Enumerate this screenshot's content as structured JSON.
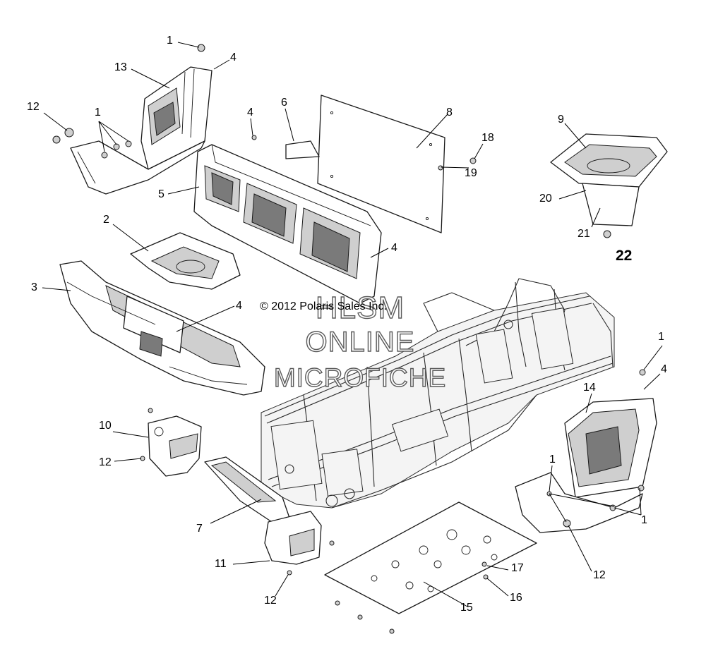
{
  "watermark": {
    "line1": "HLSM",
    "line2": "ONLINE",
    "line3": "MICROFICHE",
    "copyright": "© 2012 Polaris Sales Inc."
  },
  "callouts": {
    "c1_top": "1",
    "c4_top": "4",
    "c13": "13",
    "c12_left": "12",
    "c1_left": "1",
    "c6": "6",
    "c8": "8",
    "c4_mid": "4",
    "c5": "5",
    "c18": "18",
    "c19": "19",
    "c9": "9",
    "c20": "20",
    "c21": "21",
    "c22": "22",
    "c2": "2",
    "c4_right": "4",
    "c3": "3",
    "c4_floor": "4",
    "c1_right": "1",
    "c4_far_right": "4",
    "c14": "14",
    "c10": "10",
    "c12_10": "12",
    "c1_box": "1",
    "c1_box2": "1",
    "c7": "7",
    "c12_bottom_right": "12",
    "c11": "11",
    "c17": "17",
    "c16": "16",
    "c12_bottom": "12",
    "c15": "15"
  }
}
